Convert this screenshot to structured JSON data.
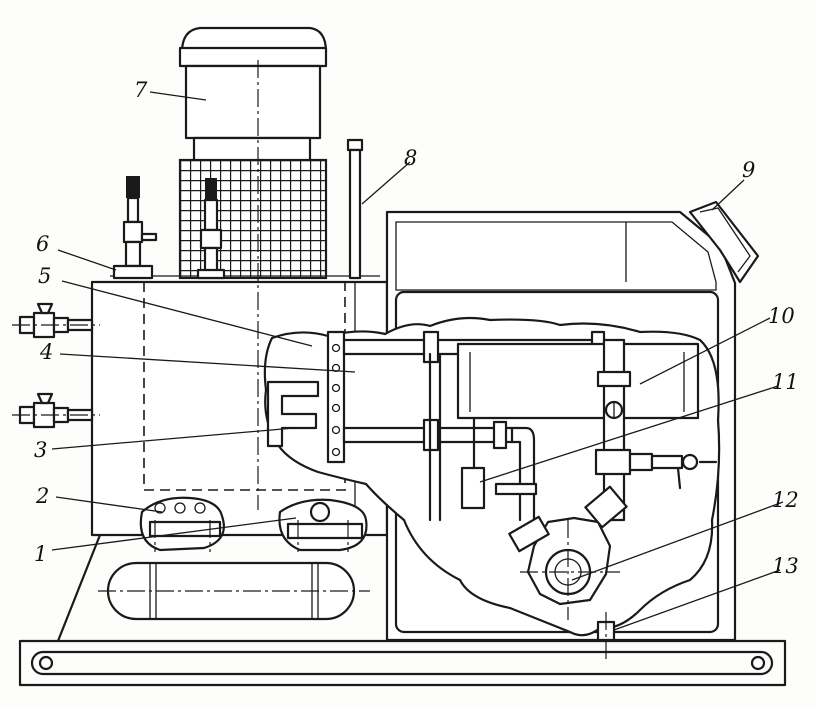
{
  "callouts": [
    {
      "id": "1",
      "text": "1"
    },
    {
      "id": "2",
      "text": "2"
    },
    {
      "id": "3",
      "text": "3"
    },
    {
      "id": "4",
      "text": "4"
    },
    {
      "id": "5",
      "text": "5"
    },
    {
      "id": "6",
      "text": "6"
    },
    {
      "id": "7",
      "text": "7"
    },
    {
      "id": "8",
      "text": "8"
    },
    {
      "id": "9",
      "text": "9"
    },
    {
      "id": "10",
      "text": "10"
    },
    {
      "id": "11",
      "text": "11"
    },
    {
      "id": "12",
      "text": "12"
    },
    {
      "id": "13",
      "text": "13"
    }
  ],
  "colors": {
    "ink": "#1a1a1a",
    "paper": "#fdfdfb"
  }
}
